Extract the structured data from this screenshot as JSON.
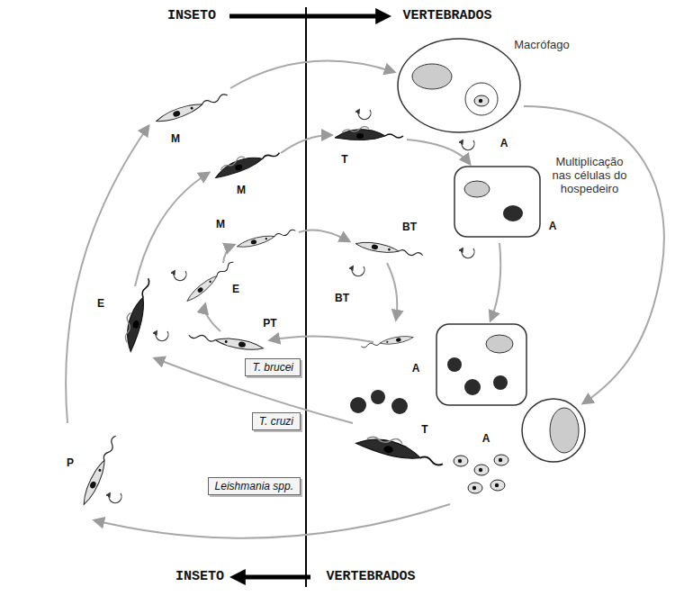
{
  "diagram": {
    "nodes": [
      {
        "text": [
          "T. brucei"
        ]
      },
      {
        "text": [
          "T. cruzi"
        ]
      },
      {
        "text": [
          "Leishmania spp."
        ]
      }
    ],
    "labels": [
      "INSETO",
      "VERTEBRADOS",
      "Macrófago",
      "Multiplicação nas células do hospedeiro",
      "M",
      "M",
      "M",
      "E",
      "E",
      "PT",
      "P",
      "T",
      "BT",
      "BT",
      "A",
      "A",
      "A",
      "T",
      "A",
      "INSETO",
      "VERTEBRADOS"
    ]
  }
}
